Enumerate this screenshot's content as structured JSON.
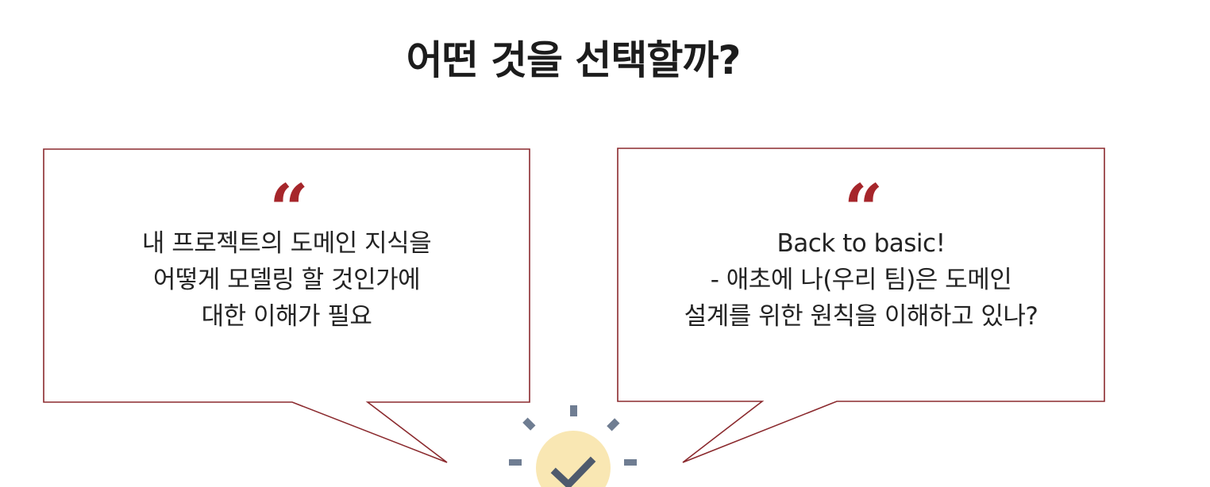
{
  "title": "어떤 것을 선택할까?",
  "bubbles": [
    {
      "quote_mark": "“",
      "lines": [
        "내 프로젝트의 도메인 지식을",
        "어떻게 모델링 할 것인가에",
        "대한 이해가 필요"
      ]
    },
    {
      "quote_mark": "“",
      "lines": [
        "Back to basic!",
        "- 애초에 나(우리 팀)은 도메인",
        "설계를 위한 원칙을 이해하고 있나?"
      ]
    }
  ],
  "colors": {
    "accent": "#a6262b",
    "bubble_border": "#8b2a2e",
    "bulb_fill": "#f9e7b3",
    "ray": "#6f7d92",
    "check": "#4e5a6d"
  },
  "icons": {
    "quote": "quote-mark-icon",
    "bulb": "lightbulb-check-icon"
  }
}
